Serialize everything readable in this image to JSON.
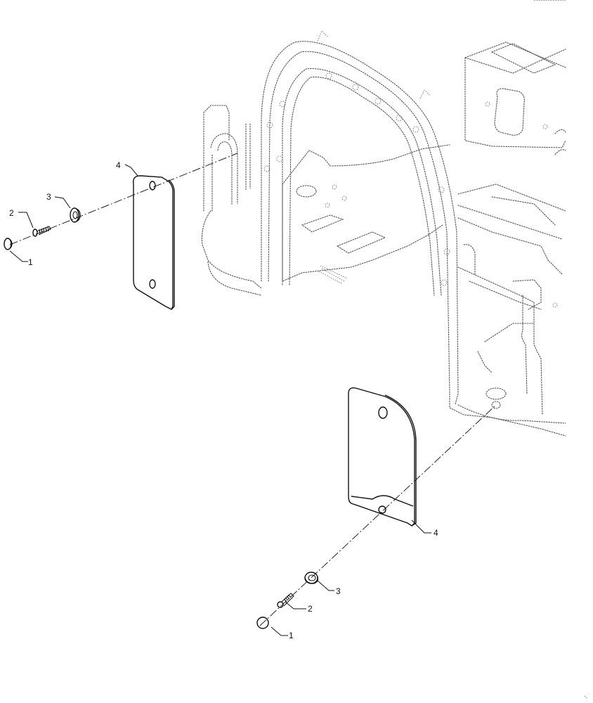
{
  "callouts": {
    "upper_cap": "1",
    "upper_screw": "2",
    "upper_washer": "3",
    "upper_plate": "4",
    "lower_plate": "4",
    "lower_washer": "3",
    "lower_screw": "2",
    "lower_cap": "1"
  }
}
